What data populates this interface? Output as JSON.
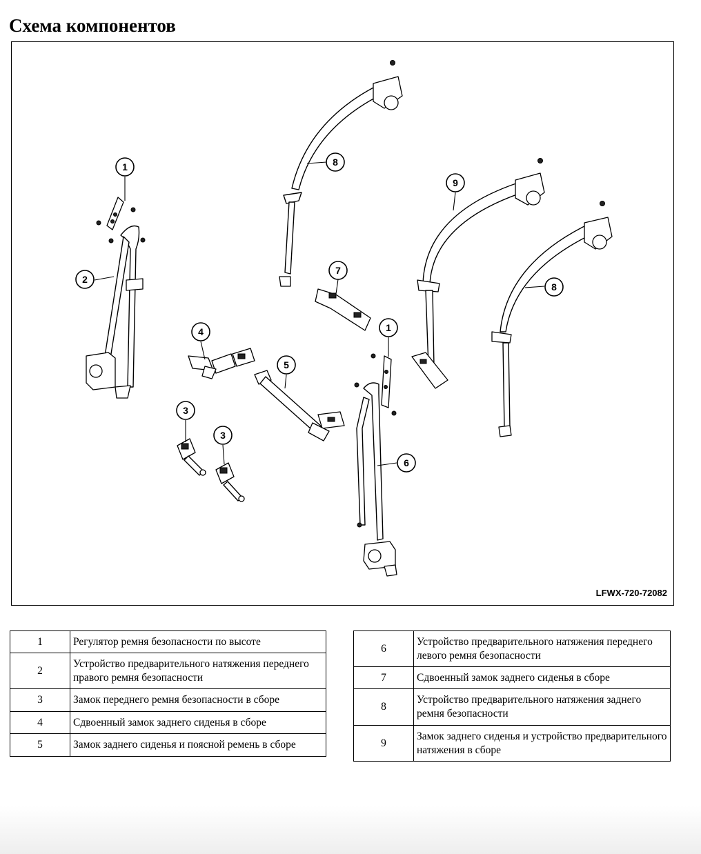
{
  "title": "Схема компонентов",
  "figure_code": "LFWX-720-72082",
  "callouts": [
    "1",
    "2",
    "3",
    "3",
    "4",
    "5",
    "6",
    "7",
    "1",
    "8",
    "8",
    "9"
  ],
  "legend_left": [
    {
      "num": "1",
      "desc": "Регулятор ремня безопасности по высоте"
    },
    {
      "num": "2",
      "desc": "Устройство предварительного натяжения переднего правого ремня безопасности"
    },
    {
      "num": "3",
      "desc": "Замок переднего ремня безопасности в сборе"
    },
    {
      "num": "4",
      "desc": "Сдвоенный замок заднего сиденья в сборе"
    },
    {
      "num": "5",
      "desc": "Замок заднего сиденья и поясной ремень в сборе"
    }
  ],
  "legend_right": [
    {
      "num": "6",
      "desc": "Устройство предварительного натяжения переднего левого ремня безопасности"
    },
    {
      "num": "7",
      "desc": "Сдвоенный замок заднего сиденья в сборе"
    },
    {
      "num": "8",
      "desc": "Устройство предварительного натяжения заднего ремня безопасности"
    },
    {
      "num": "9",
      "desc": "Замок заднего сиденья и устройство предварительного натяжения в сборе"
    }
  ]
}
